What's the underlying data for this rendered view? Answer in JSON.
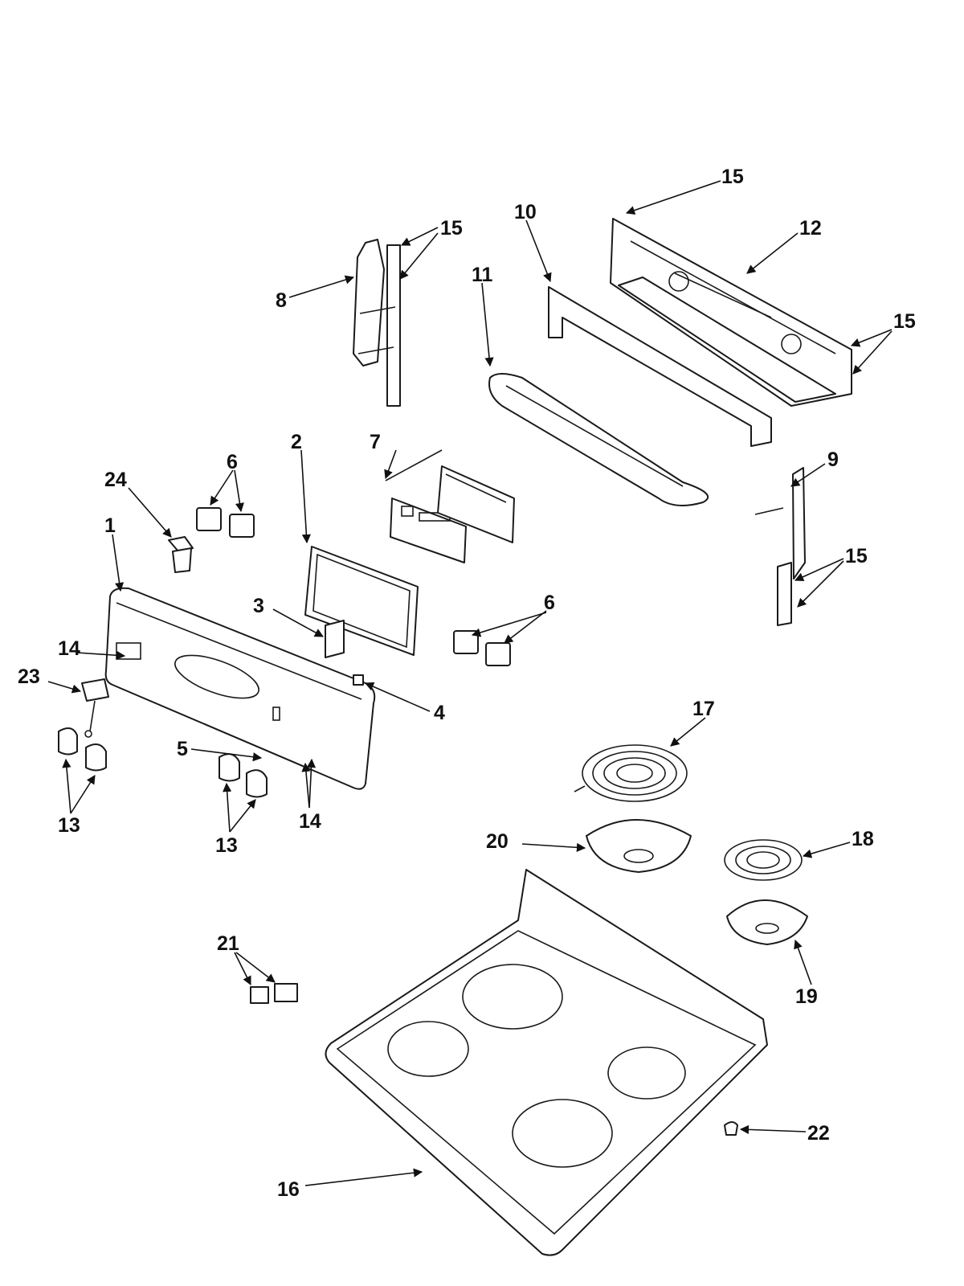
{
  "diagram": {
    "callouts": {
      "c1": "1",
      "c2": "2",
      "c3": "3",
      "c4": "4",
      "c5": "5",
      "c6a": "6",
      "c6b": "6",
      "c7": "7",
      "c8": "8",
      "c9": "9",
      "c10": "10",
      "c11": "11",
      "c12": "12",
      "c13a": "13",
      "c13b": "13",
      "c14a": "14",
      "c14b": "14",
      "c15a": "15",
      "c15b": "15",
      "c15c": "15",
      "c15d": "15",
      "c16": "16",
      "c17": "17",
      "c18": "18",
      "c19": "19",
      "c20": "20",
      "c21": "21",
      "c22": "22",
      "c23": "23",
      "c24": "24"
    }
  }
}
